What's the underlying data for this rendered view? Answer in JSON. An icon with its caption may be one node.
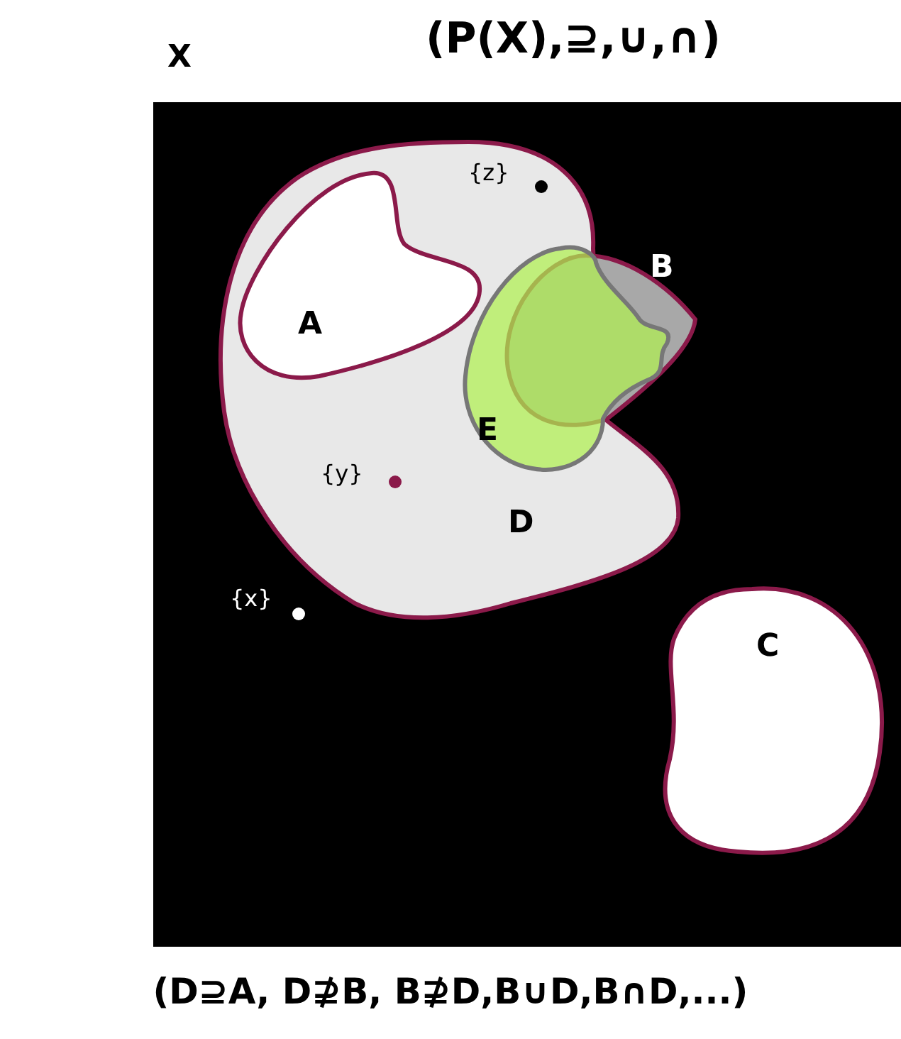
{
  "diagram": {
    "title": "(P(X),⊇,∪,∩)",
    "caption": "(D⊇A, D⊉B, B⊉D,B∪D,B∩D,...)",
    "nodes": [
      {
        "text": [
          "X"
        ]
      },
      {
        "text": [
          "D"
        ],
        "in": 0
      },
      {
        "text": [
          "A"
        ],
        "in": 1
      },
      {
        "text": [
          "{z}"
        ],
        "in": 1
      },
      {
        "text": [
          "E"
        ],
        "in": 1
      },
      {
        "text": [
          "B"
        ],
        "in": 0
      },
      {
        "text": [
          "{y}"
        ],
        "in": 1
      },
      {
        "text": [
          "{x}"
        ],
        "in": 0
      },
      {
        "text": [
          "C"
        ],
        "in": 0
      }
    ]
  }
}
